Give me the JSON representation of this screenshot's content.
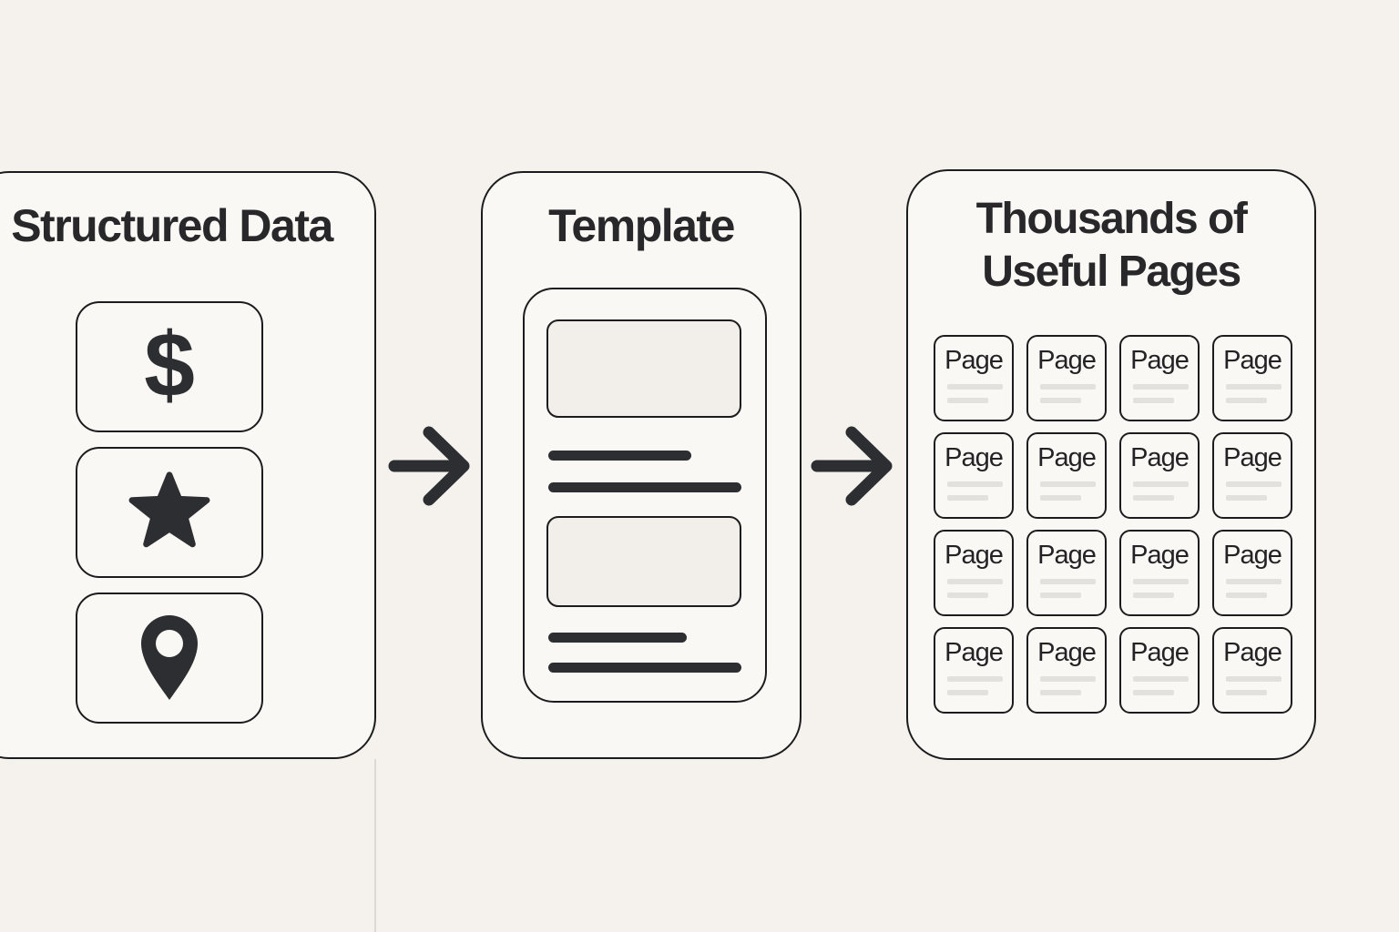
{
  "colors": {
    "background": "#f5f2ee",
    "panel_background": "#faf8f5",
    "stroke": "#1c1c1e",
    "icon": "#2d2e32",
    "placeholder_fill": "#f2efeb",
    "card_line": "#e3e1dd",
    "divider": "#dcd9d5"
  },
  "panels": [
    {
      "id": "structured-data",
      "title": "Structured Data",
      "items": [
        {
          "icon": "dollar-icon",
          "glyph": "$"
        },
        {
          "icon": "star-icon"
        },
        {
          "icon": "location-pin-icon"
        }
      ]
    },
    {
      "id": "template",
      "title": "Template",
      "wireframe": {
        "blocks": [
          "image-placeholder",
          "text-line-short",
          "text-line-long",
          "image-placeholder",
          "text-line-short",
          "text-line-long"
        ]
      }
    },
    {
      "id": "thousands-of-useful-pages",
      "title_line1": "Thousands of",
      "title_line2": "Useful Pages",
      "grid": {
        "rows": 4,
        "cols": 4,
        "card_label": "Page"
      }
    }
  ],
  "arrows": [
    {
      "name": "arrow-1",
      "direction": "right"
    },
    {
      "name": "arrow-2",
      "direction": "right"
    }
  ]
}
